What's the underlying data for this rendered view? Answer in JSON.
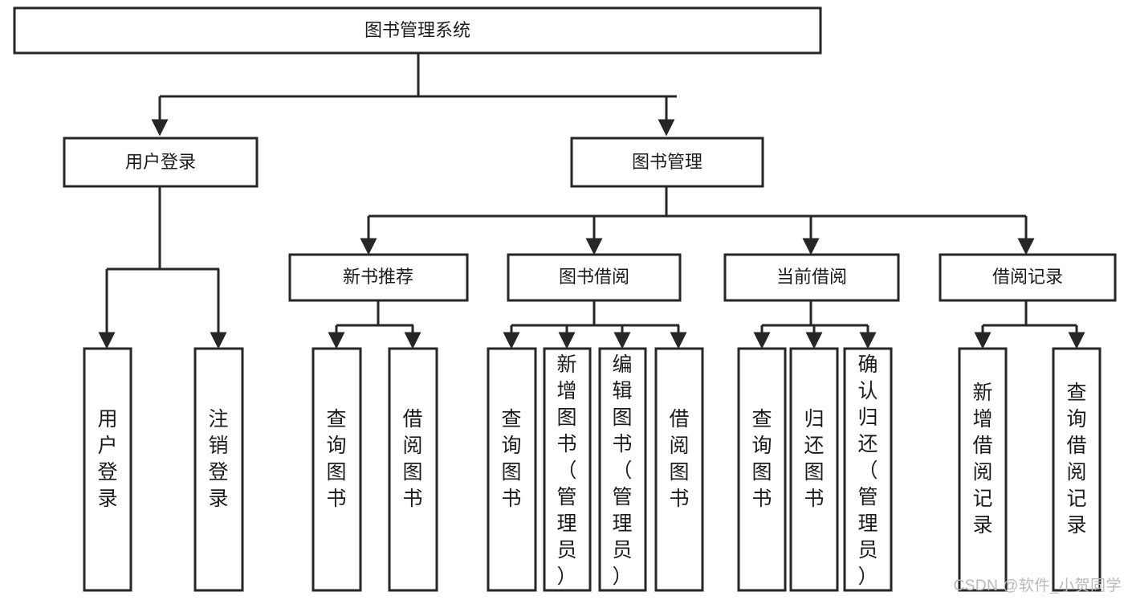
{
  "diagram": {
    "type": "tree-hierarchy",
    "title": "图书管理系统",
    "watermark": "CSDN @软件_小贺同学",
    "colors": {
      "stroke": "#262626",
      "fill": "#ffffff",
      "text": "#1b1b1b",
      "watermark": "#b9b9b9"
    },
    "root": {
      "label": "图书管理系统"
    },
    "level1": [
      {
        "label": "用户登录"
      },
      {
        "label": "图书管理"
      }
    ],
    "level2": [
      {
        "label": "新书推荐"
      },
      {
        "label": "图书借阅"
      },
      {
        "label": "当前借阅"
      },
      {
        "label": "借阅记录"
      }
    ],
    "leaves": {
      "user_login": [
        {
          "label": "用户登录"
        },
        {
          "label": "注销登录"
        }
      ],
      "new_book_recommend": [
        {
          "label": "查询图书"
        },
        {
          "label": "借阅图书"
        }
      ],
      "book_borrow": [
        {
          "label": "查询图书"
        },
        {
          "label": "新增图书（管理员）"
        },
        {
          "label": "编辑图书（管理员）"
        },
        {
          "label": "借阅图书"
        }
      ],
      "current_borrow": [
        {
          "label": "查询图书"
        },
        {
          "label": "归还图书"
        },
        {
          "label": "确认归还（管理员）"
        }
      ],
      "borrow_records": [
        {
          "label": "新增借阅记录"
        },
        {
          "label": "查询借阅记录"
        }
      ]
    }
  }
}
